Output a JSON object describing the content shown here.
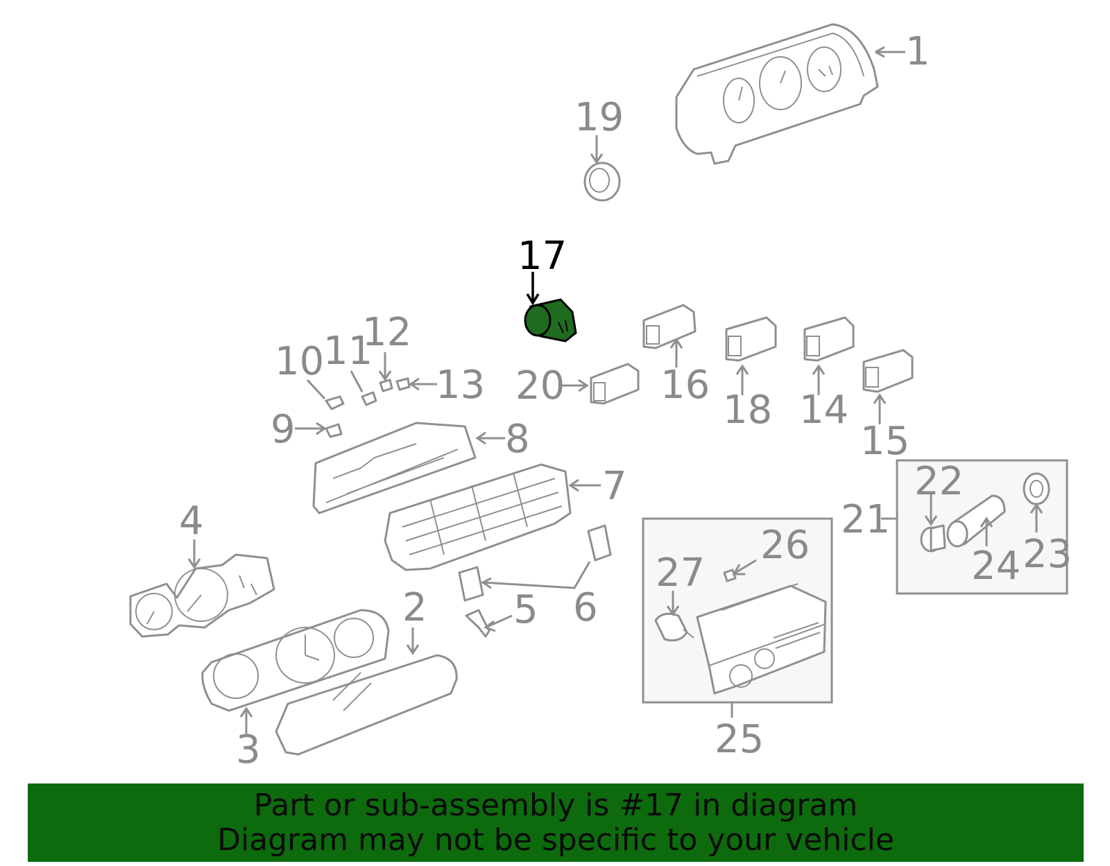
{
  "callouts": {
    "c1": "1",
    "c2": "2",
    "c3": "3",
    "c4": "4",
    "c5": "5",
    "c6": "6",
    "c7": "7",
    "c8": "8",
    "c9": "9",
    "c10": "10",
    "c11": "11",
    "c12": "12",
    "c13": "13",
    "c14": "14",
    "c15": "15",
    "c16": "16",
    "c17": "17",
    "c18": "18",
    "c19": "19",
    "c20": "20",
    "c21": "21",
    "c22": "22",
    "c23": "23",
    "c24": "24",
    "c25": "25",
    "c26": "26",
    "c27": "27"
  },
  "highlight": {
    "part": "17",
    "color": "#1f6b1f"
  },
  "banner": {
    "line1": "Part or sub-assembly is #17 in diagram",
    "line2": "Diagram may not be specific to your vehicle",
    "color": "#0d6b0d"
  }
}
